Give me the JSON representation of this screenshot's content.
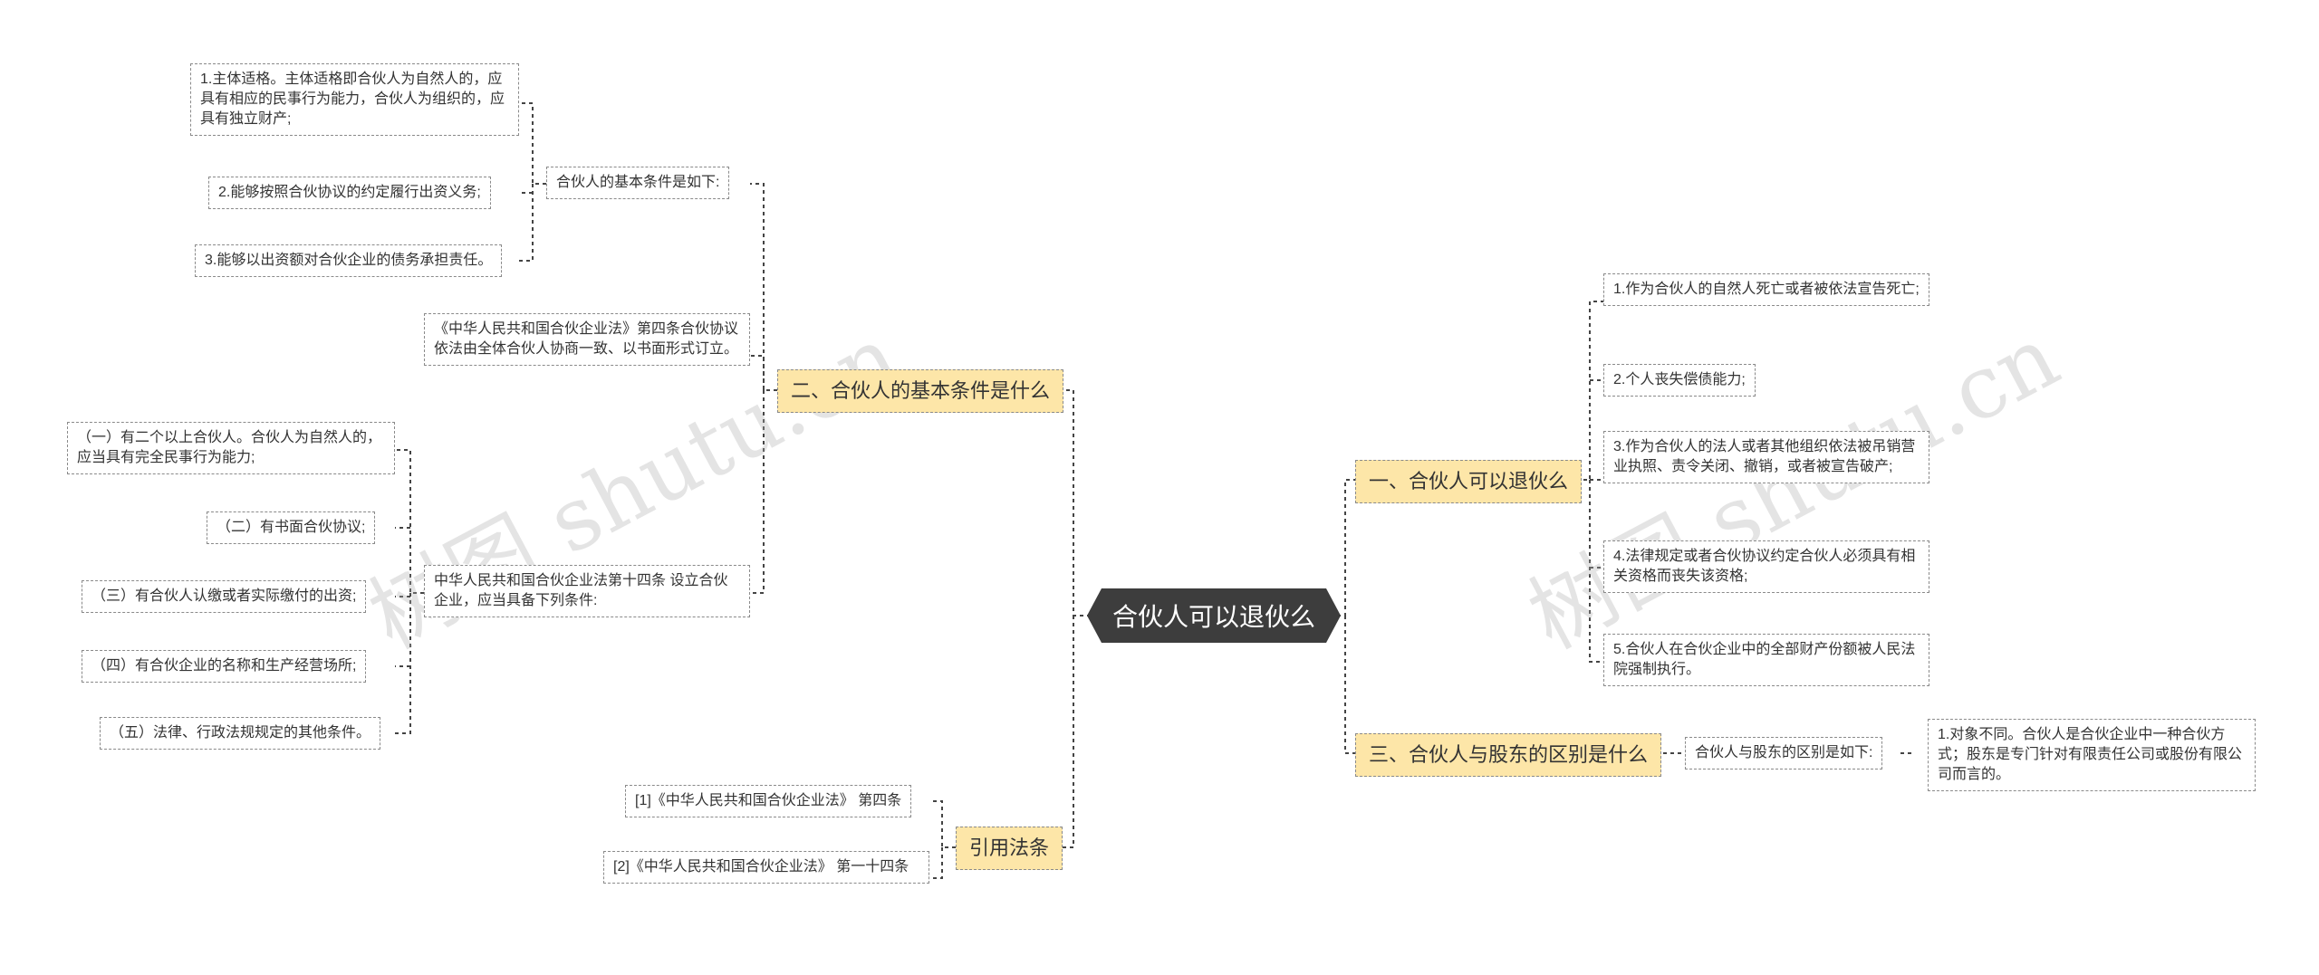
{
  "root": {
    "title": "合伙人可以退伙么"
  },
  "watermark": "树图 shutu.cn",
  "branches": {
    "b1": "一、合伙人可以退伙么",
    "b2": "二、合伙人的基本条件是什么",
    "b3": "三、合伙人与股东的区别是什么",
    "b4": "引用法条"
  },
  "b1_items": [
    "1.作为合伙人的自然人死亡或者被依法宣告死亡;",
    "2.个人丧失偿债能力;",
    "3.作为合伙人的法人或者其他组织依法被吊销营业执照、责令关闭、撤销，或者被宣告破产;",
    "4.法律规定或者合伙协议约定合伙人必须具有相关资格而丧失该资格;",
    "5.合伙人在合伙企业中的全部财产份额被人民法院强制执行。"
  ],
  "b2_sub": {
    "basic": "合伙人的基本条件是如下:",
    "basic_items": [
      "1.主体适格。主体适格即合伙人为自然人的，应具有相应的民事行为能力，合伙人为组织的，应具有独立财产;",
      "2.能够按照合伙协议的约定履行出资义务;",
      "3.能够以出资额对合伙企业的债务承担责任。"
    ],
    "art4": "《中华人民共和国合伙企业法》第四条合伙协议依法由全体合伙人协商一致、以书面形式订立。",
    "art14": "中华人民共和国合伙企业法第十四条 设立合伙企业，应当具备下列条件:",
    "art14_items": [
      "（一）有二个以上合伙人。合伙人为自然人的，应当具有完全民事行为能力;",
      "（二）有书面合伙协议;",
      "（三）有合伙人认缴或者实际缴付的出资;",
      "（四）有合伙企业的名称和生产经营场所;",
      "（五）法律、行政法规规定的其他条件。"
    ]
  },
  "b3_sub": {
    "diff": "合伙人与股东的区别是如下:",
    "diff_item": "1.对象不同。合伙人是合伙企业中一种合伙方式；股东是专门针对有限责任公司或股份有限公司而言的。"
  },
  "b4_items": [
    "[1]《中华人民共和国合伙企业法》 第四条",
    "[2]《中华人民共和国合伙企业法》 第一十四条"
  ]
}
